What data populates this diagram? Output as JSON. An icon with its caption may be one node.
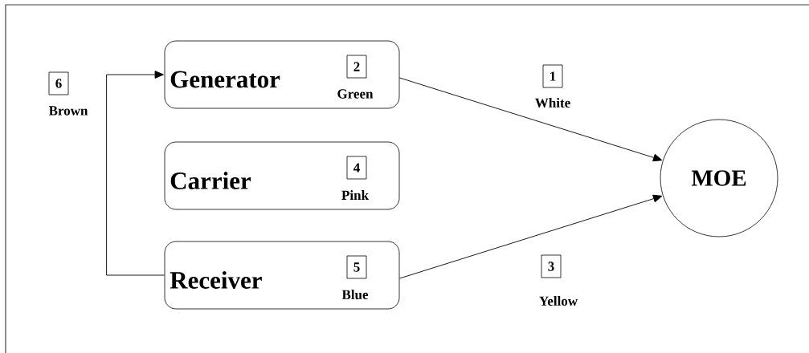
{
  "diagram": {
    "nodes": [
      {
        "text": [
          "Generator",
          "2",
          "Green"
        ]
      },
      {
        "text": [
          "Carrier",
          "4",
          "Pink"
        ]
      },
      {
        "text": [
          "Receiver",
          "5",
          "Blue"
        ]
      },
      {
        "text": [
          "MOE"
        ]
      }
    ],
    "edges": [
      {
        "from": 2,
        "to": 0,
        "arrow": "to"
      },
      {
        "from": 0,
        "to": 3,
        "arrow": "to"
      },
      {
        "from": 2,
        "to": 3,
        "arrow": "to"
      }
    ],
    "labels": [
      "6",
      "Brown",
      "1",
      "White",
      "3",
      "Yellow"
    ]
  }
}
